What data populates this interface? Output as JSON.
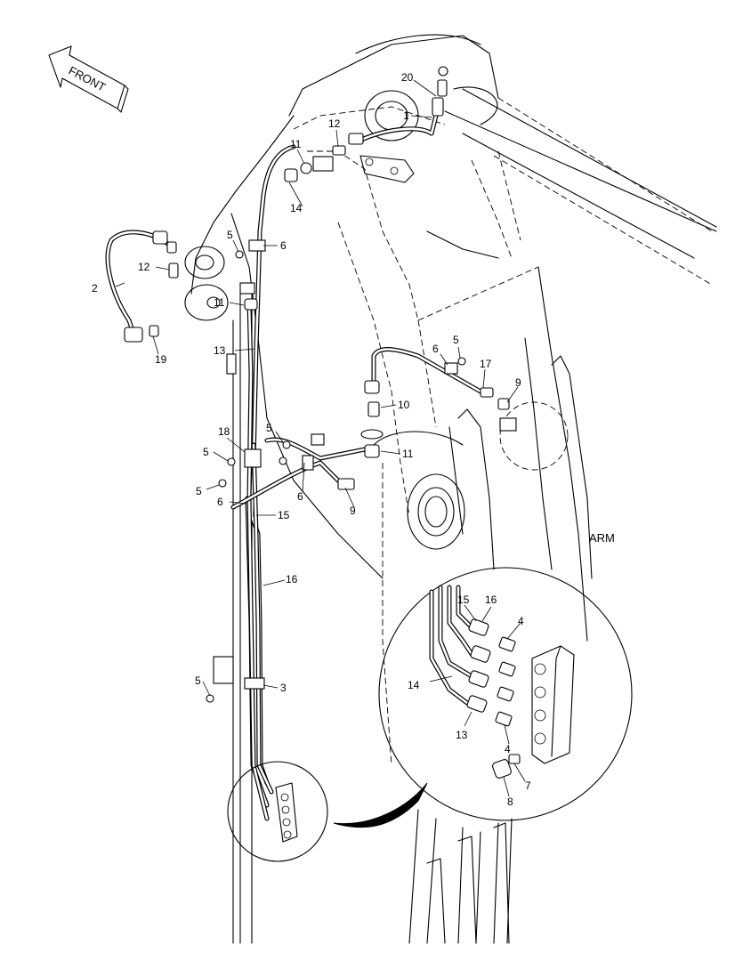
{
  "direction_arrow": {
    "label": "FRONT"
  },
  "component_label": "ARM",
  "callouts": {
    "c1": "1",
    "c2": "2",
    "c3": "3",
    "c4a": "4",
    "c4b": "4",
    "c5a": "5",
    "c5b": "5",
    "c5c": "5",
    "c5d": "5",
    "c5e": "5",
    "c5f": "5",
    "c6a": "6",
    "c6b": "6",
    "c6c": "6",
    "c6d": "6",
    "c7": "7",
    "c8": "8",
    "c9a": "9",
    "c9b": "9",
    "c10": "10",
    "c11a": "11",
    "c11b": "11",
    "c11c": "11",
    "c12a": "12",
    "c12b": "12",
    "c13a": "13",
    "c13b": "13",
    "c14a": "14",
    "c14b": "14",
    "c15a": "15",
    "c15b": "15",
    "c16a": "16",
    "c16b": "16",
    "c17": "17",
    "c18": "18",
    "c19": "19",
    "c20": "20"
  },
  "colors": {
    "line": "#000000",
    "background": "#ffffff"
  }
}
